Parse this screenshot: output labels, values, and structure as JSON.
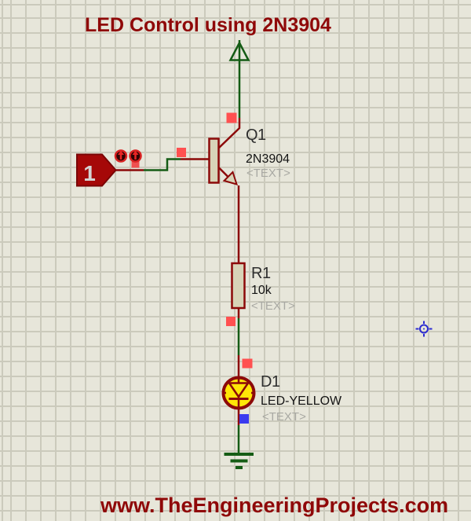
{
  "title": "LED Control using 2N3904",
  "watermark": "www.TheEngineeringProjects.com",
  "components": {
    "input_terminal": {
      "label": "1"
    },
    "q1": {
      "ref": "Q1",
      "value": "2N3904",
      "property": "<TEXT>"
    },
    "r1": {
      "ref": "R1",
      "value": "10k",
      "property": "<TEXT>"
    },
    "d1": {
      "ref": "D1",
      "value": "LED-YELLOW",
      "property": "<TEXT>"
    }
  },
  "icons": {
    "power": "power-arrow-up-icon",
    "ground": "ground-icon",
    "origin_marker": "blue-crosshair-origin-icon",
    "pin_markers": "red-pin-marker-icons"
  },
  "colors": {
    "background": "#e7e6da",
    "grid_line": "#cbcabc",
    "wire_red": "#8c0909",
    "wire_green": "#155c15",
    "component_fill": "#d8d4b8",
    "component_outline": "#8c0909",
    "led_yellow": "#ffe607",
    "terminal_red": "#a50808",
    "selection_red": "#ff5050",
    "selection_blue": "#3a3aef",
    "annotation_red": "#8f0808",
    "label_gray": "#a9a9a3"
  }
}
